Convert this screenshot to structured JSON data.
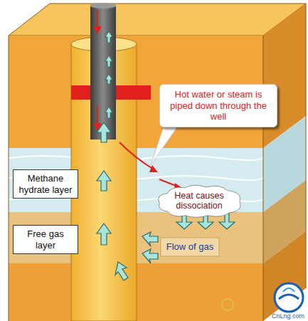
{
  "diagram": {
    "nodes": [
      {
        "text": [
          "Hot water or steam is piped down through the well"
        ]
      },
      {
        "text": [
          "Methane hydrate layer"
        ]
      },
      {
        "text": [
          "Heat causes dissociation"
        ]
      },
      {
        "text": [
          "Free gas layer"
        ]
      }
    ],
    "labels": [
      "Flow of gas",
      "CnLng.com"
    ]
  }
}
